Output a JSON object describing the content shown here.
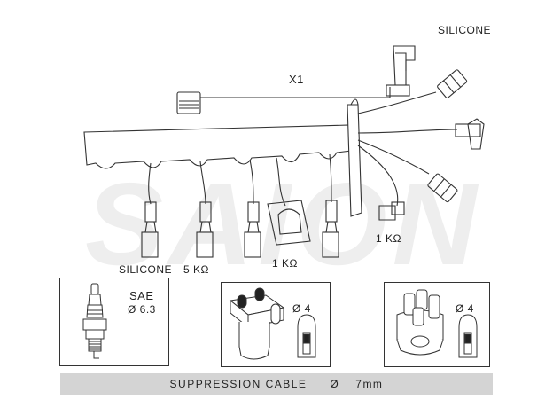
{
  "labels": {
    "silicone_top": "SILICONE",
    "x1": "X1",
    "silicone_bottom": "SILICONE",
    "resistance_5k": "5 KΩ",
    "resistance_1k_mid": "1 KΩ",
    "resistance_1k_right": "1 KΩ"
  },
  "details": {
    "spark_plug": {
      "standard": "SAE",
      "diameter": "Ø 6.3"
    },
    "cap_left": {
      "diameter": "Ø 4"
    },
    "cap_right": {
      "diameter": "Ø 4"
    }
  },
  "footer": {
    "text": "SUPPRESSION CABLE",
    "diameter_symbol": "Ø",
    "diameter": "7mm"
  },
  "watermark": "SAION"
}
